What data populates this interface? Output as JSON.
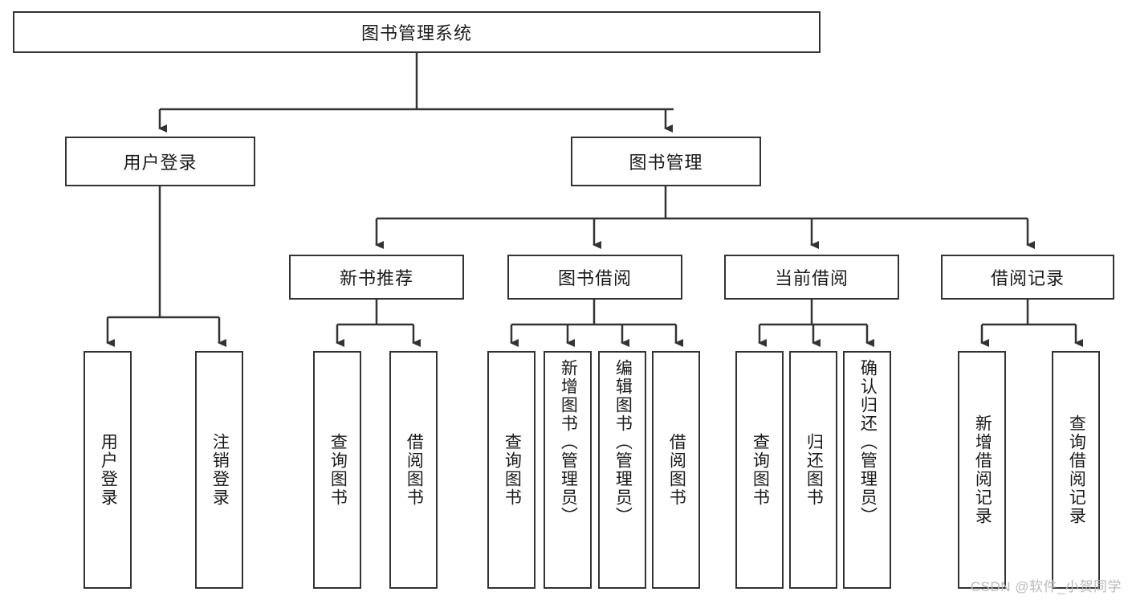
{
  "diagram": {
    "title": "图书管理系统",
    "type": "tree-hierarchy",
    "root": {
      "label": "图书管理系统"
    },
    "level2": [
      {
        "label": "用户登录"
      },
      {
        "label": "图书管理"
      }
    ],
    "level3": [
      {
        "label": "新书推荐"
      },
      {
        "label": "图书借阅"
      },
      {
        "label": "当前借阅"
      },
      {
        "label": "借阅记录"
      }
    ],
    "leaves_login": [
      {
        "label": "用户登录"
      },
      {
        "label": "注销登录"
      }
    ],
    "leaves_newbook": [
      {
        "label": "查询图书"
      },
      {
        "label": "借阅图书"
      }
    ],
    "leaves_borrow": [
      {
        "label": "查询图书"
      },
      {
        "label": "新增图书（管理员）"
      },
      {
        "label": "编辑图书（管理员）"
      },
      {
        "label": "借阅图书"
      }
    ],
    "leaves_current": [
      {
        "label": "查询图书"
      },
      {
        "label": "归还图书"
      },
      {
        "label": "确认归还（管理员）"
      }
    ],
    "leaves_record": [
      {
        "label": "新增借阅记录"
      },
      {
        "label": "查询借阅记录"
      }
    ]
  },
  "watermark": {
    "text": "CSDN @软件_小贺同学"
  },
  "colors": {
    "stroke": "#333333",
    "background": "#ffffff",
    "text": "#1a1a1a",
    "watermark": "#b9b9b9"
  }
}
